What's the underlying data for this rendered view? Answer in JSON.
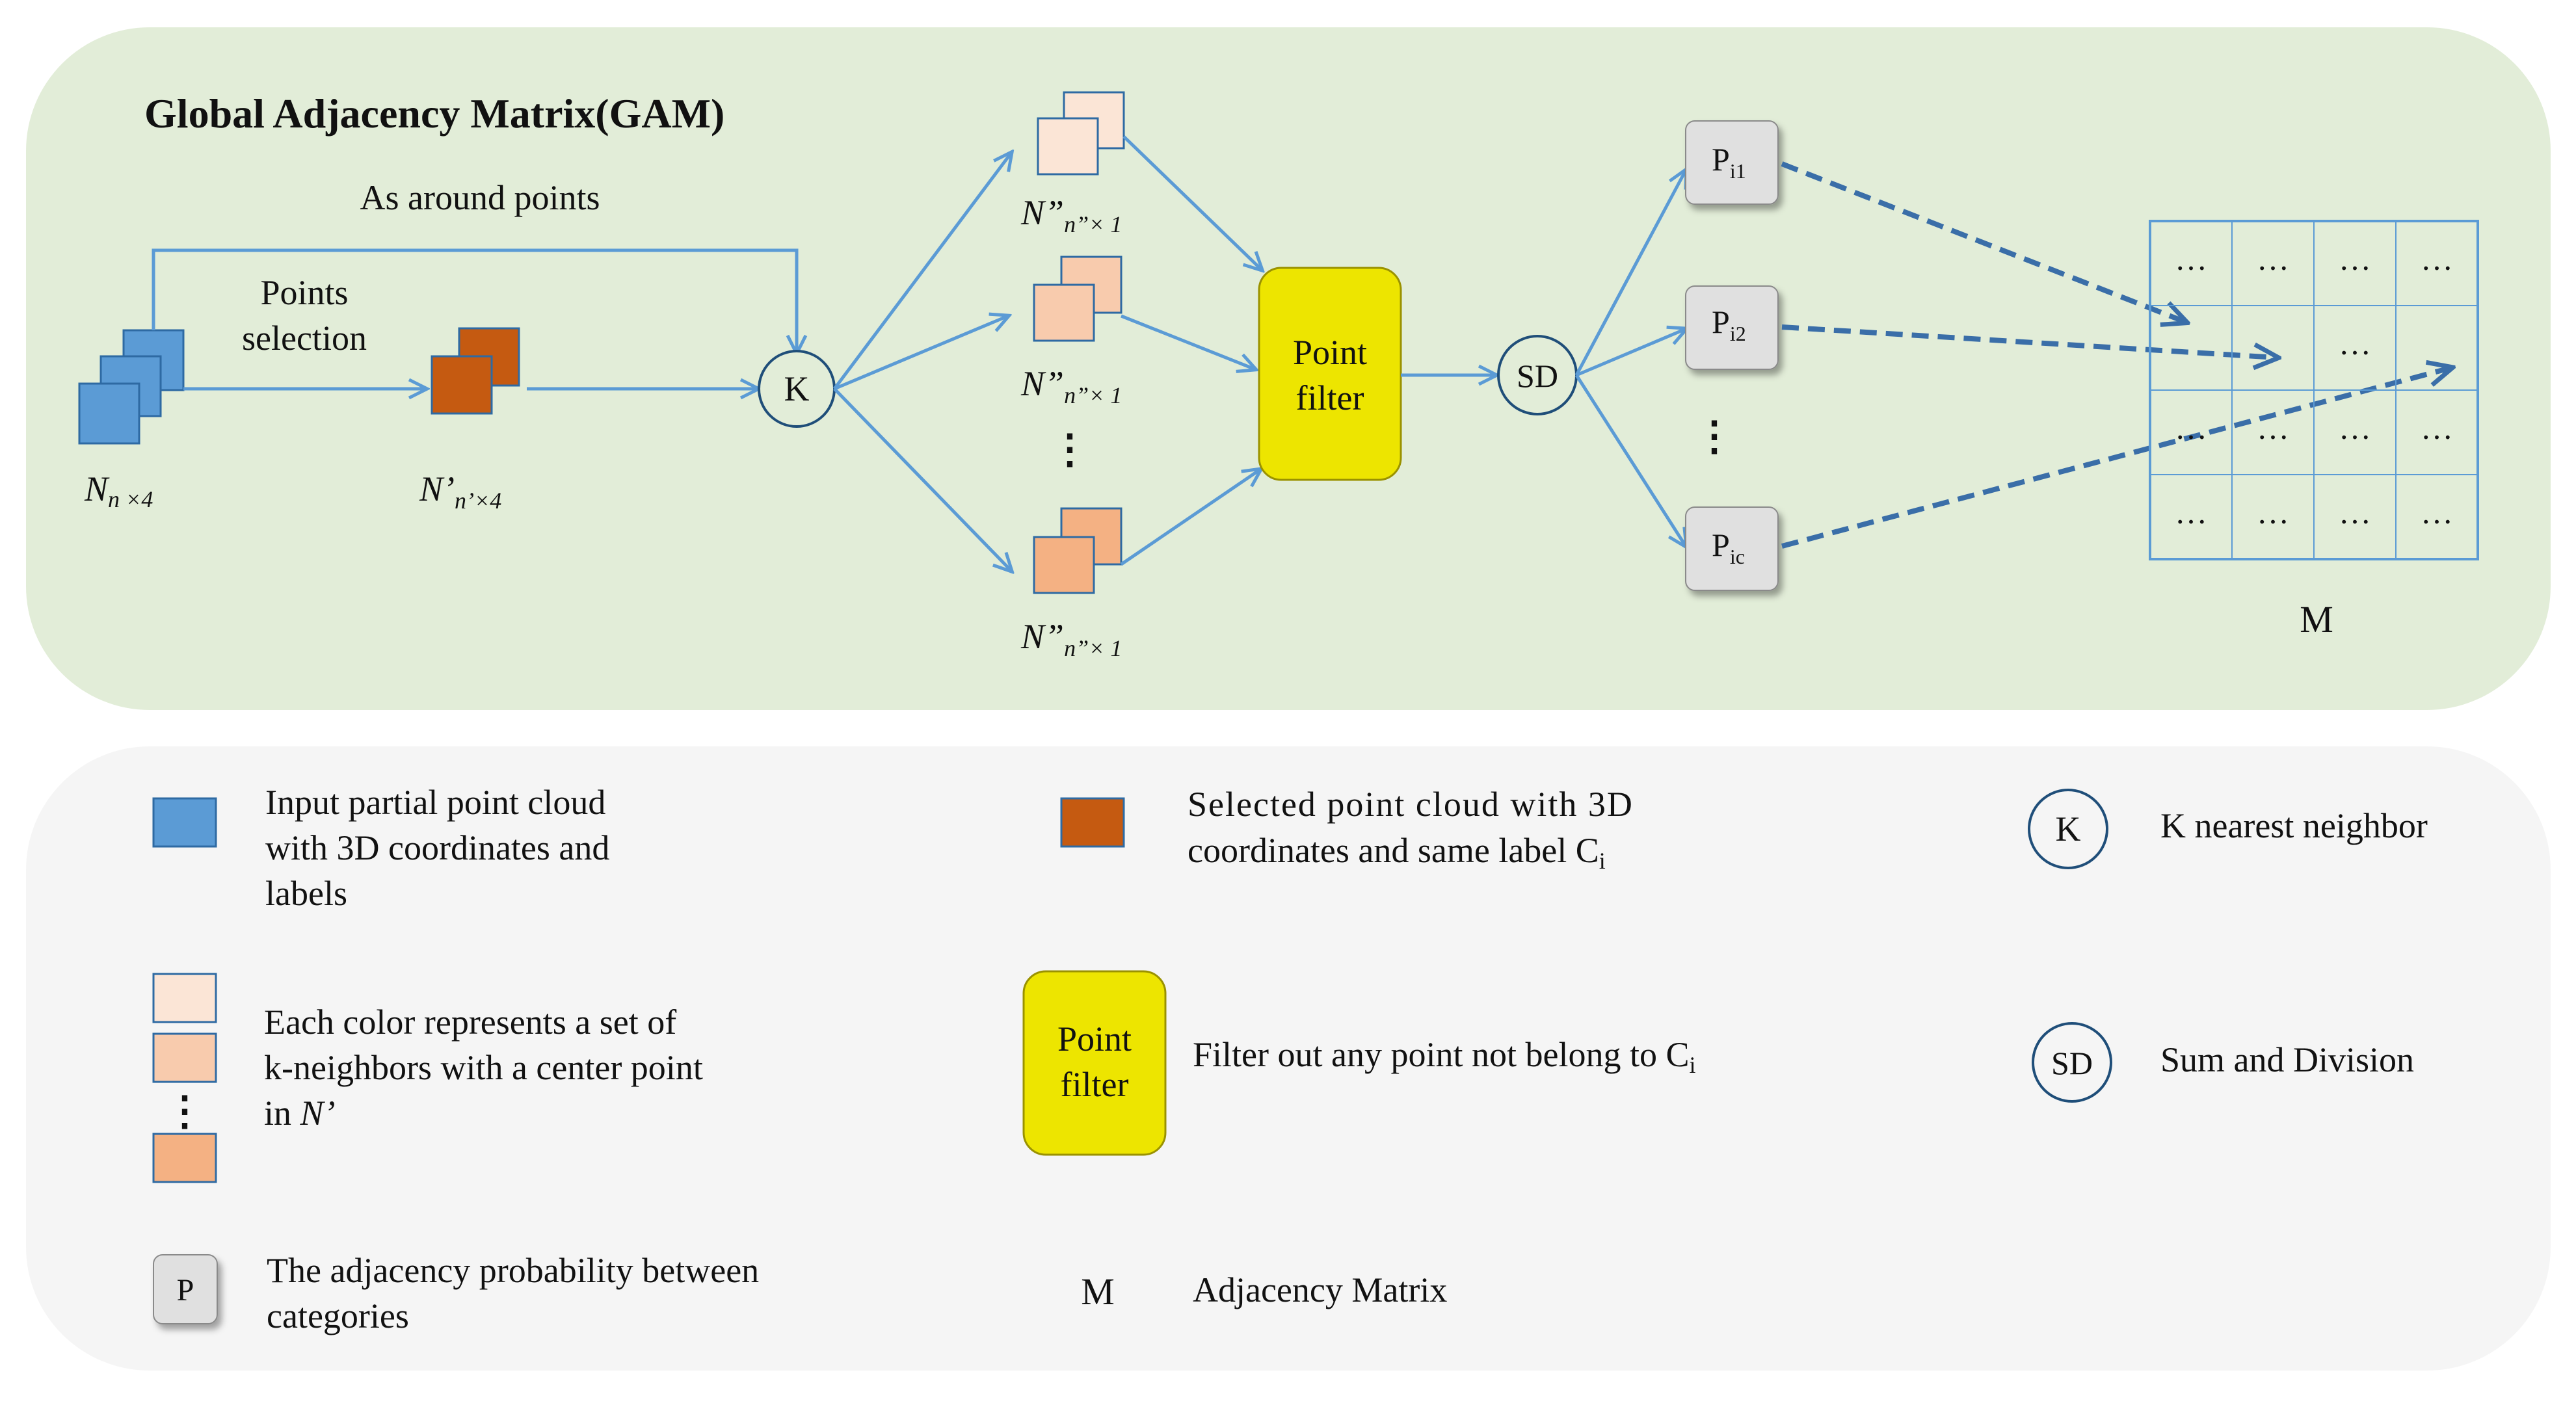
{
  "colors": {
    "top_panel_bg": "#e2edd8",
    "bottom_panel_bg": "#f5f5f5",
    "blue_square": "#5b9bd5",
    "blue_square_border": "#2e6aa3",
    "dark_orange_square": "#c55a11",
    "peach_light": "#fbe5d6",
    "peach_mid": "#f8cbad",
    "peach_dark": "#f4b183",
    "peach_border": "#2e6aa3",
    "point_filter_fill": "#ede500",
    "arrow_blue": "#5b9bd5",
    "dashed_arrow": "#3a6ea8",
    "p_box_fill": "#e0e0e0",
    "matrix_line": "#5b9bd5"
  },
  "top": {
    "title": "Global Adjacency Matrix(GAM)",
    "around_label": "As around points",
    "selection_label_1": "Points",
    "selection_label_2": "selection",
    "n_label": {
      "main": "N",
      "sub": "n ×4"
    },
    "nprime_label": {
      "main": "N’",
      "sub": "n’×4"
    },
    "k_node": "K",
    "npp_label": {
      "main": "N”",
      "sub": "n”× 1"
    },
    "vertical_ellipsis": "⋮",
    "point_filter": {
      "line1": "Point",
      "line2": "filter"
    },
    "sd_node": "SD",
    "p_boxes": [
      {
        "main": "P",
        "sub": "i1"
      },
      {
        "main": "P",
        "sub": "i2"
      },
      {
        "main": "P",
        "sub": "ic"
      }
    ],
    "matrix": {
      "cells": [
        [
          "…",
          "…",
          "…",
          "…"
        ],
        [
          "",
          "",
          "…",
          ""
        ],
        [
          "…",
          "…",
          "…",
          "…"
        ],
        [
          "…",
          "…",
          "…",
          "…"
        ]
      ],
      "label": "M"
    }
  },
  "legend": {
    "input_cloud": [
      "Input partial point cloud",
      "with 3D coordinates  and",
      "labels"
    ],
    "selected_cloud": {
      "line1": "Selected point cloud with 3D",
      "line2_main": "coordinates and same label C",
      "line2_sub": "i"
    },
    "knn": {
      "symbol": "K",
      "text": "K nearest neighbor"
    },
    "neighbors": {
      "line1": "Each color represents a set of",
      "line2": "k-neighbors with a center point",
      "line3_prefix": "in ",
      "line3_italic": "N’"
    },
    "point_filter": {
      "line1": "Point",
      "line2": "filter",
      "text_main": "Filter out any point not belong to C",
      "text_sub": "i"
    },
    "sd": {
      "symbol": "SD",
      "text": "Sum and Division"
    },
    "p": {
      "symbol": "P",
      "line1": "The adjacency probability between",
      "line2": "categories"
    },
    "m": {
      "symbol": "M",
      "text": "Adjacency Matrix"
    }
  }
}
